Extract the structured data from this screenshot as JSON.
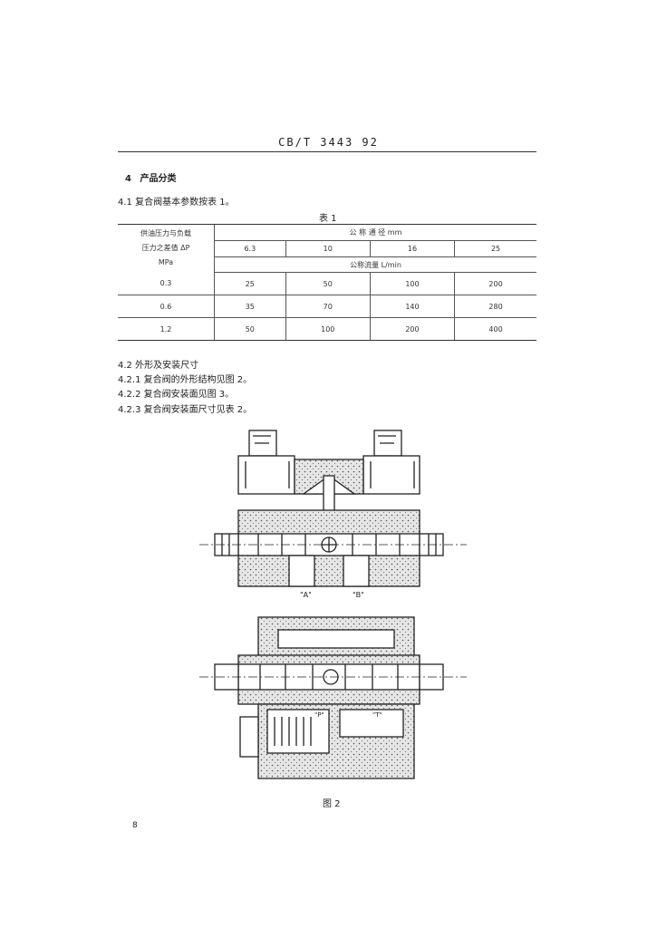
{
  "header": {
    "standard": "CB/T 3443  92"
  },
  "section4": {
    "number": "4",
    "title": "产品分类"
  },
  "s41": {
    "text": "4.1  复合阀基本参数按表 1。"
  },
  "table1": {
    "caption": "表 1",
    "row_header": [
      "供油压力与负载",
      "压力之差值 ΔP",
      "MPa"
    ],
    "group_header": "公 称 通 径     mm",
    "diameters": [
      "6.3",
      "10",
      "16",
      "25"
    ],
    "sub_header": "公称流量 L/min",
    "rows": [
      {
        "p": "0.3",
        "v": [
          "25",
          "50",
          "100",
          "200"
        ]
      },
      {
        "p": "0.6",
        "v": [
          "35",
          "70",
          "140",
          "280"
        ]
      },
      {
        "p": "1.2",
        "v": [
          "50",
          "100",
          "200",
          "400"
        ]
      }
    ]
  },
  "s42": {
    "title": "4.2   外形及安装尺寸",
    "items": [
      "4.2.1   复合阀的外形结构见图 2。",
      "4.2.2   复合阀安装面见图 3。",
      "4.2.3   复合阀安装面尺寸见表 2。"
    ]
  },
  "figure": {
    "port_a": "\"A\"",
    "port_b": "\"B\"",
    "port_p": "\"P\"",
    "port_t": "\"T\"",
    "caption": "图 2"
  },
  "footer": {
    "page_number": "8"
  }
}
